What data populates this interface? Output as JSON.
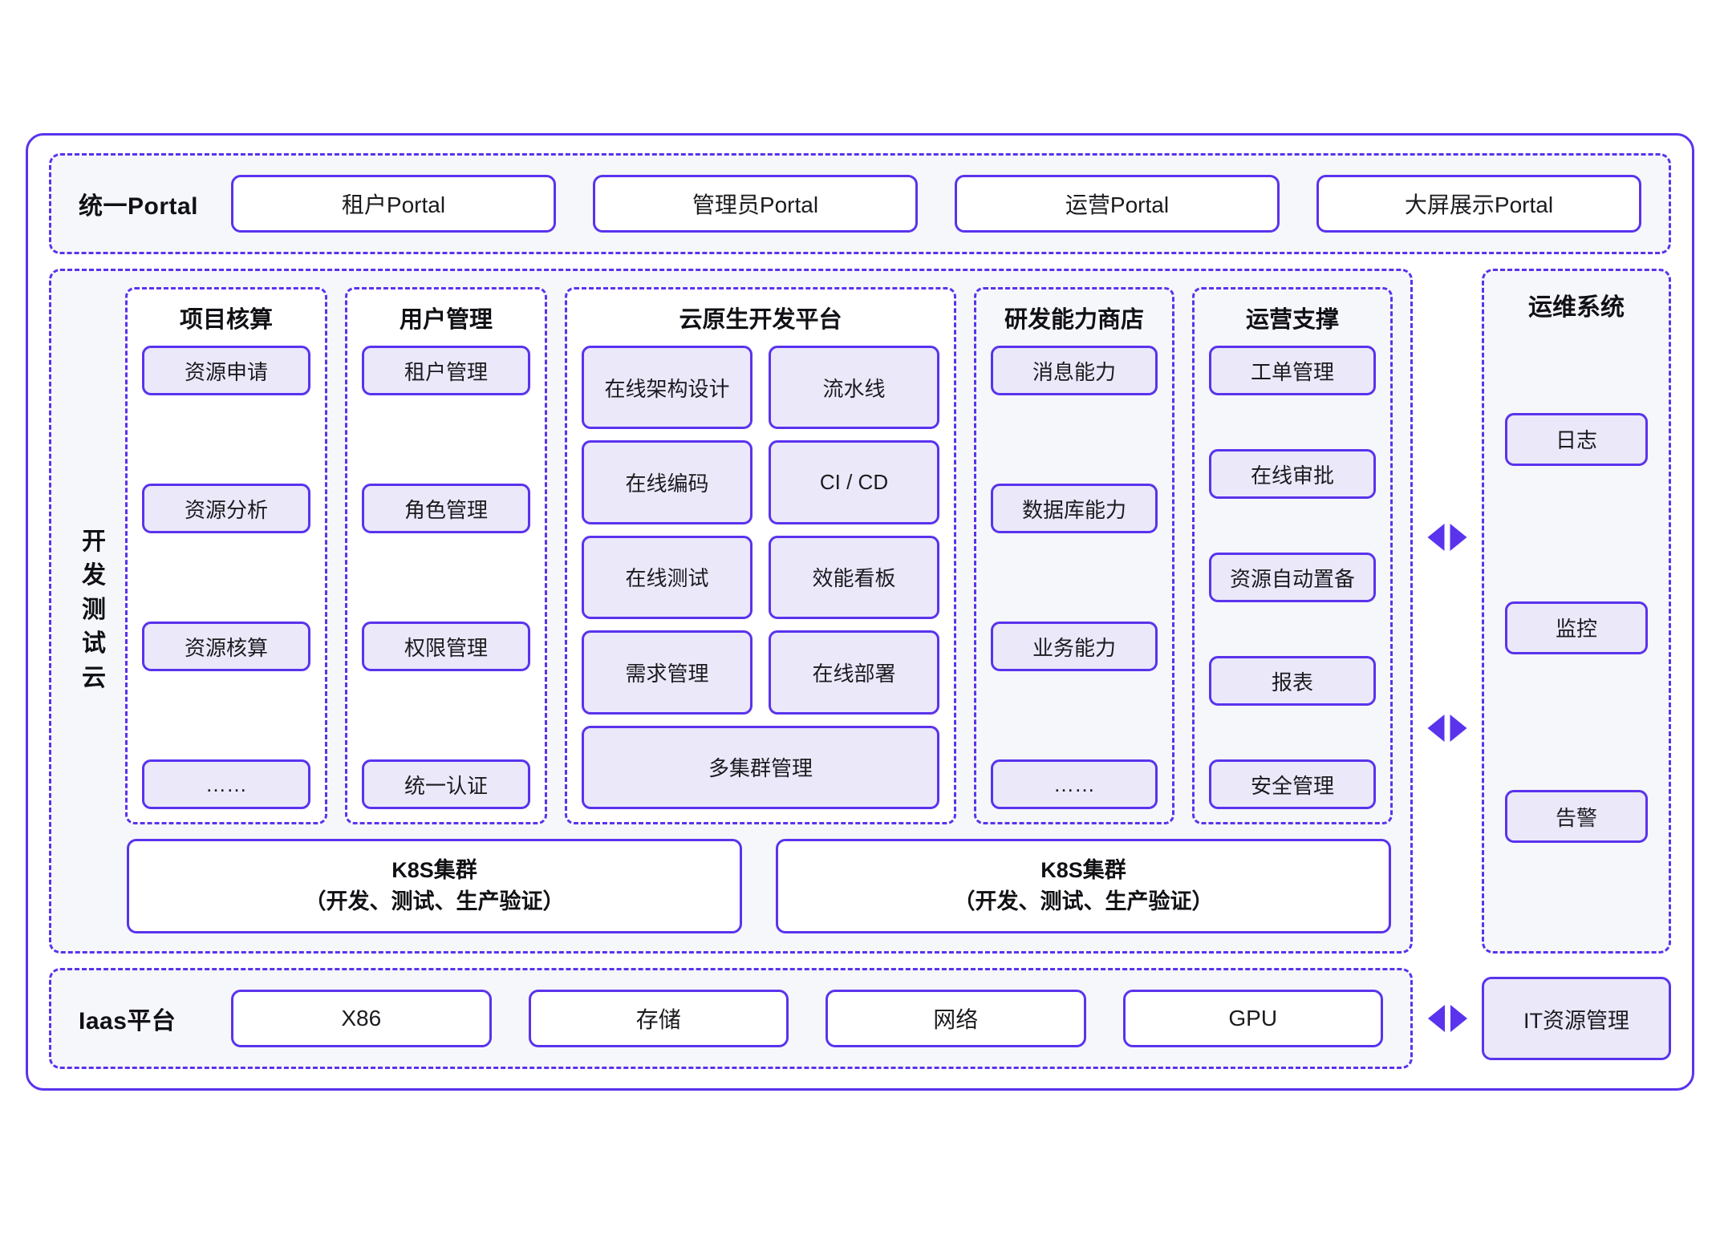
{
  "theme": {
    "accent": "#5a33ed",
    "chip_fill": "#ebe8fa",
    "zone_fill": "#f6f7fa",
    "card_fill": "#ffffff",
    "text": "#1b1b1f"
  },
  "portal": {
    "label": "统一Portal",
    "items": [
      {
        "label": "租户Portal"
      },
      {
        "label": "管理员Portal"
      },
      {
        "label": "运营Portal"
      },
      {
        "label": "大屏展示Portal"
      }
    ]
  },
  "devtest": {
    "label": "开发测试云",
    "columns": [
      {
        "title": "项目核算",
        "layout": "single",
        "bg": "white",
        "items": [
          "资源申请",
          "资源分析",
          "资源核算",
          "……"
        ]
      },
      {
        "title": "用户管理",
        "layout": "single",
        "bg": "white",
        "items": [
          "租户管理",
          "角色管理",
          "权限管理",
          "统一认证"
        ]
      },
      {
        "title": "云原生开发平台",
        "layout": "grid2",
        "bg": "white",
        "items": [
          "在线架构设计",
          "流水线",
          "在线编码",
          "CI / CD",
          "在线测试",
          "效能看板",
          "需求管理",
          "在线部署"
        ],
        "full_width_items": [
          "多集群管理"
        ]
      },
      {
        "title": "研发能力商店",
        "layout": "single",
        "bg": "tint",
        "items": [
          "消息能力",
          "数据库能力",
          "业务能力",
          "……"
        ]
      },
      {
        "title": "运营支撑",
        "layout": "single",
        "bg": "tint",
        "items": [
          "工单管理",
          "在线审批",
          "资源自动置备",
          "报表",
          "安全管理"
        ]
      }
    ],
    "clusters": [
      {
        "line1": "K8S集群",
        "line2": "（开发、测试、生产验证）"
      },
      {
        "line1": "K8S集群",
        "line2": "（开发、测试、生产验证）"
      }
    ]
  },
  "ops_system": {
    "title": "运维系统",
    "items": [
      "日志",
      "监控",
      "告警"
    ]
  },
  "iaas": {
    "label": "Iaas平台",
    "items": [
      {
        "label": "X86"
      },
      {
        "label": "存储"
      },
      {
        "label": "网络"
      },
      {
        "label": "GPU"
      }
    ]
  },
  "it_resource": {
    "label": "IT资源管理"
  },
  "connectors": {
    "bidirectional_arrow": "bidirectional-arrow-icon",
    "count": 3
  }
}
